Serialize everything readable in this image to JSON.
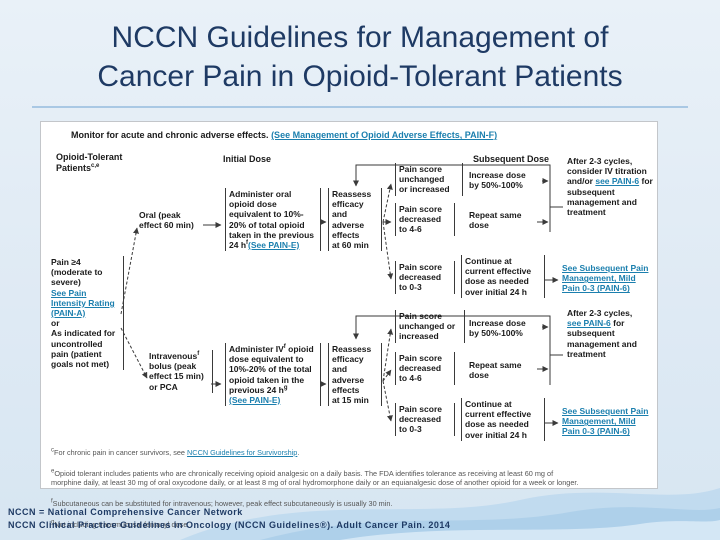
{
  "title": {
    "line1": "NCCN Guidelines for Management of",
    "line2": "Cancer Pain in Opioid-Tolerant Patients"
  },
  "footer": {
    "line1": "NCCN = National Comprehensive Cancer Network",
    "line2": "NCCN Clinical Practice Guidelines in Oncology (NCCN Guidelines®). Adult Cancer Pain. 2014"
  },
  "colors": {
    "accent": "#1e3a64",
    "link": "#1b7fae",
    "line": "#3a3a3a"
  },
  "chart": {
    "monitor": {
      "text": "Monitor for acute and chronic adverse effects. ",
      "link": "(See Management of Opioid Adverse Effects, PAIN-F)"
    },
    "headers": {
      "patients": "Opioid-Tolerant\nPatients",
      "patients_sup": "c,e",
      "initial": "Initial Dose",
      "subsequent": "Subsequent Dose"
    },
    "criteria": {
      "part1": "Pain ≥4\n(moderate to\nsevere)",
      "link": "See Pain\nIntensity Rating\n(PAIN-A)",
      "part2": "or\nAs indicated for\nuncontrolled\npain (patient\ngoals not met)"
    },
    "oral_route": "Oral (peak\neffect 60 min)",
    "iv_route": {
      "text1": "Intravenous",
      "sup": "f",
      "text2": "\nbolus (peak\neffect 15 min)\nor PCA"
    },
    "admin_oral": {
      "text": "Administer oral\nopioid dose\nequivalent to 10%-\n20% of total opioid\ntaken in the previous\n24 h",
      "sup": "f",
      "link": "(See PAIN-E)"
    },
    "admin_iv": {
      "text1": "Administer IV",
      "sup1": "f",
      "text2": " opioid\ndose equivalent to\n10%-20% of the total\nopioid taken in the\nprevious 24 h",
      "sup2": "g",
      "link": "\n(See PAIN-E)"
    },
    "reassess_oral": "Reassess\nefficacy\nand\nadverse\neffects\nat 60 min",
    "reassess_iv": "Reassess\nefficacy\nand\nadverse\neffects\nat 15 min",
    "top_outcomes": [
      {
        "score": "Pain score\nunchanged\nor increased",
        "action": "Increase dose\nby 50%-100%"
      },
      {
        "score": "Pain score\ndecreased\nto 4-6",
        "action": "Repeat same\ndose"
      },
      {
        "score": "Pain score\ndecreased\nto 0-3",
        "action": "Continue at\ncurrent effective\ndose as needed\nover initial 24 h",
        "link": "See Subsequent Pain\nManagement, Mild\nPain 0-3 (PAIN-6)"
      }
    ],
    "bottom_outcomes": [
      {
        "score": "Pain score\nunchanged or\nincreased",
        "action": "Increase dose\nby 50%-100%"
      },
      {
        "score": "Pain score\ndecreased\nto 4-6",
        "action": "Repeat same\ndose"
      },
      {
        "score": "Pain score\ndecreased\nto 0-3",
        "action": "Continue at\ncurrent effective\ndose as needed\nover initial 24 h",
        "link": "See Subsequent Pain\nManagement, Mild\nPain 0-3 (PAIN-6)"
      }
    ],
    "after_top": {
      "text1": "After 2-3 cycles,\nconsider IV titration\nand/or ",
      "link": "see PAIN-6",
      "text2": " for\nsubsequent\nmanagement and\ntreatment"
    },
    "after_bottom": {
      "text1": "After 2-3 cycles,\n",
      "link": "see PAIN-6",
      "text2": " for\nsubsequent\nmanagement and\ntreatment"
    },
    "footnotes": {
      "c": {
        "sup": "c",
        "text": "For chronic pain in cancer survivors, see ",
        "link": "NCCN Guidelines for Survivorship",
        "end": "."
      },
      "e": {
        "sup": "e",
        "text": "Opioid tolerant includes patients who are chronically receiving opioid analgesic on a daily basis. The FDA identifies tolerance as receiving at least 60 mg of\nmorphine daily, at least 30 mg of oral oxycodone daily, or at least 8 mg of oral hydromorphone daily or an equianalgesic dose of another opioid for a week or longer."
      },
      "f": {
        "sup": "f",
        "text": "Subcutaneous can be substituted for intravenous; however, peak effect subcutaneously is usually 30 min."
      },
      "g": {
        "sup": "g",
        "text": "Not including transmucosal fentanyl dose."
      }
    }
  }
}
